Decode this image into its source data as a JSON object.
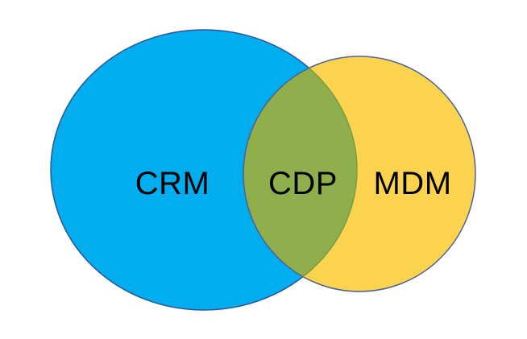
{
  "venn": {
    "type": "venn-diagram",
    "background": "#FFFFFF",
    "text_color": "#000000",
    "sets": [
      {
        "label": "CRM",
        "fill": "#00AEEF",
        "stroke": "#2F5496"
      },
      {
        "label": "MDM",
        "fill": "#FCD34F",
        "stroke": "#4F6391"
      }
    ],
    "intersection": {
      "label": "CDP",
      "fill": "#8FAE4C",
      "edge": "#7E9B43"
    }
  }
}
